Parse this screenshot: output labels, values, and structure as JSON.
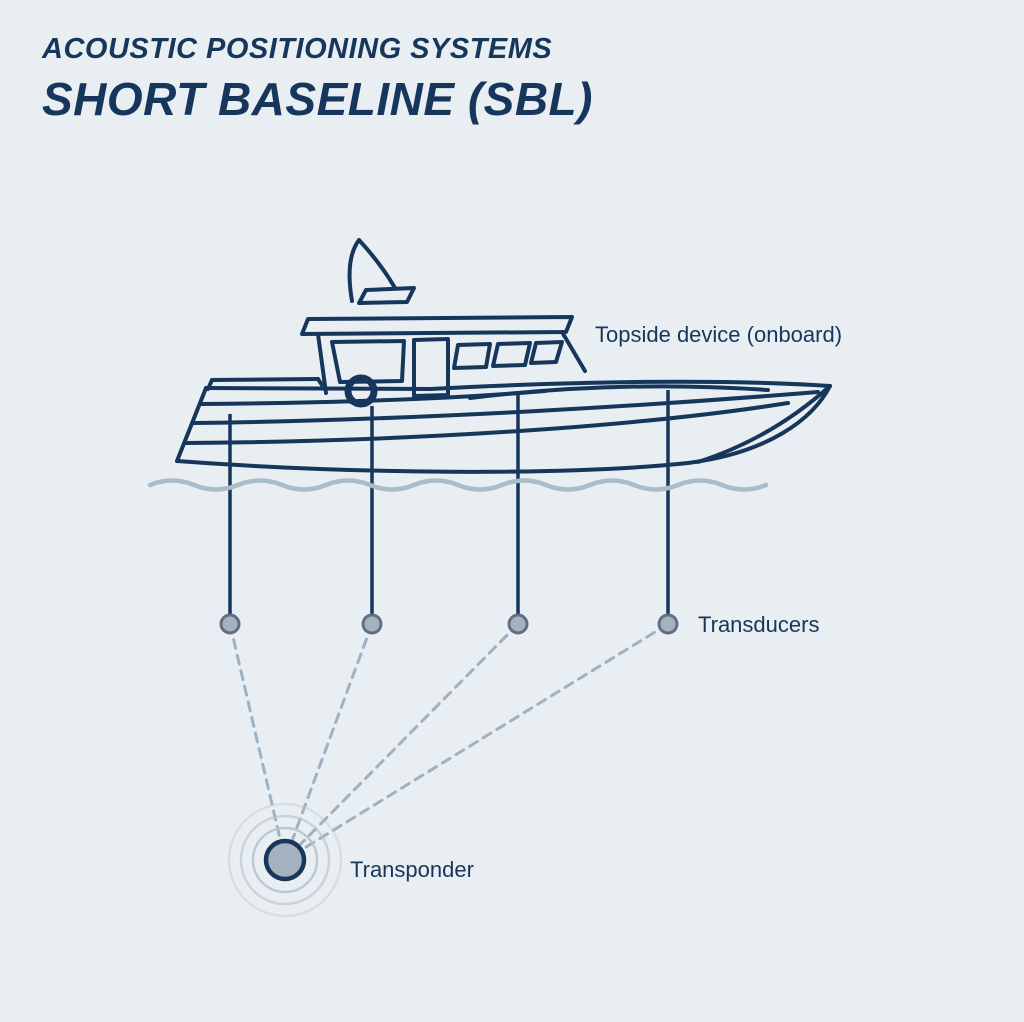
{
  "header": {
    "kicker": "ACOUSTIC POSITIONING SYSTEMS",
    "title": "SHORT BASELINE (SBL)"
  },
  "labels": {
    "topside_device": "Topside device (onboard)",
    "transducers": "Transducers",
    "transponder": "Transponder"
  },
  "colors": {
    "background": "#e9eef3",
    "ink": "#16365c",
    "waterline": "#a9bcca",
    "dot-fill": "#a6b1bf",
    "dot-stroke": "#5f7084",
    "dash": "#9db2c2",
    "ring": "#b6c1cd"
  }
}
